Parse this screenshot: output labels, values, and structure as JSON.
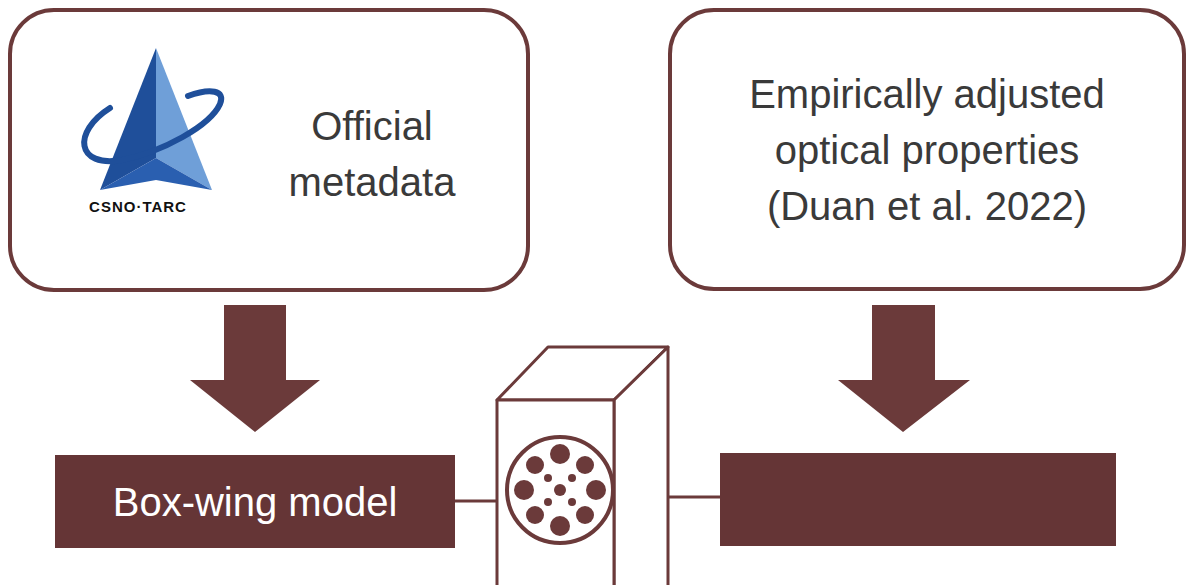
{
  "diagram": {
    "nodes": [
      {
        "text": [
          "CSNO·TARC",
          "Official metadata"
        ]
      },
      {
        "text": [
          "Empirically adjusted optical properties (Duan et al. 2022)"
        ]
      },
      {
        "text": [
          "Box-wing model"
        ]
      }
    ],
    "edges": [
      {
        "from": 0,
        "to": 2,
        "arrow": "to"
      }
    ]
  }
}
